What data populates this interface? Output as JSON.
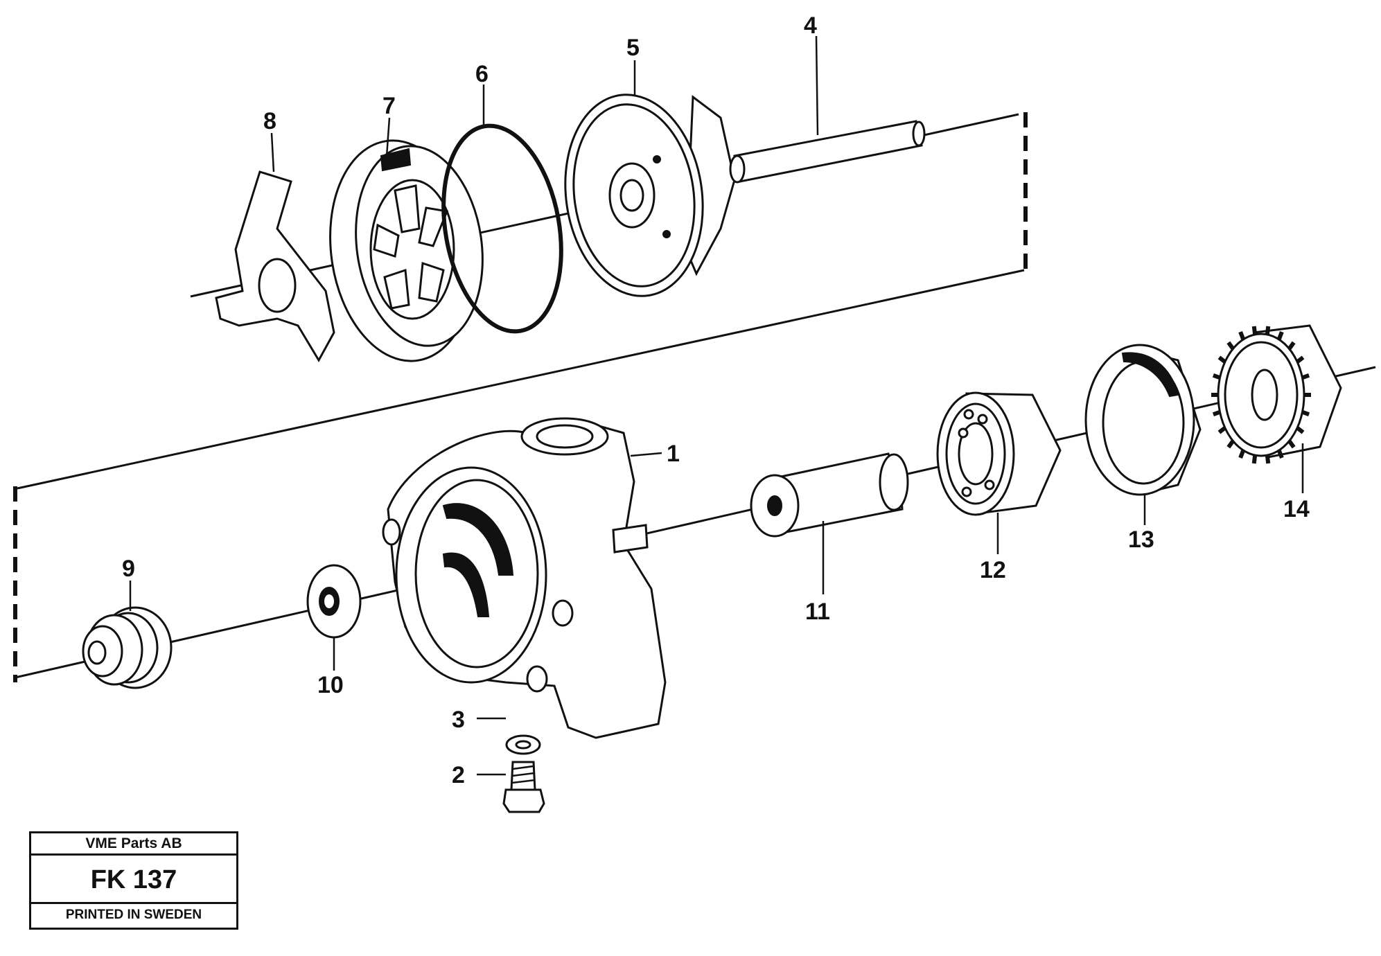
{
  "callouts": {
    "c1": "1",
    "c2": "2",
    "c3": "3",
    "c4": "4",
    "c5": "5",
    "c6": "6",
    "c7": "7",
    "c8": "8",
    "c9": "9",
    "c10": "10",
    "c11": "11",
    "c12": "12",
    "c13": "13",
    "c14": "14"
  },
  "title_block": {
    "company": "VME Parts AB",
    "code": "FK 137",
    "printed": "PRINTED IN SWEDEN"
  }
}
